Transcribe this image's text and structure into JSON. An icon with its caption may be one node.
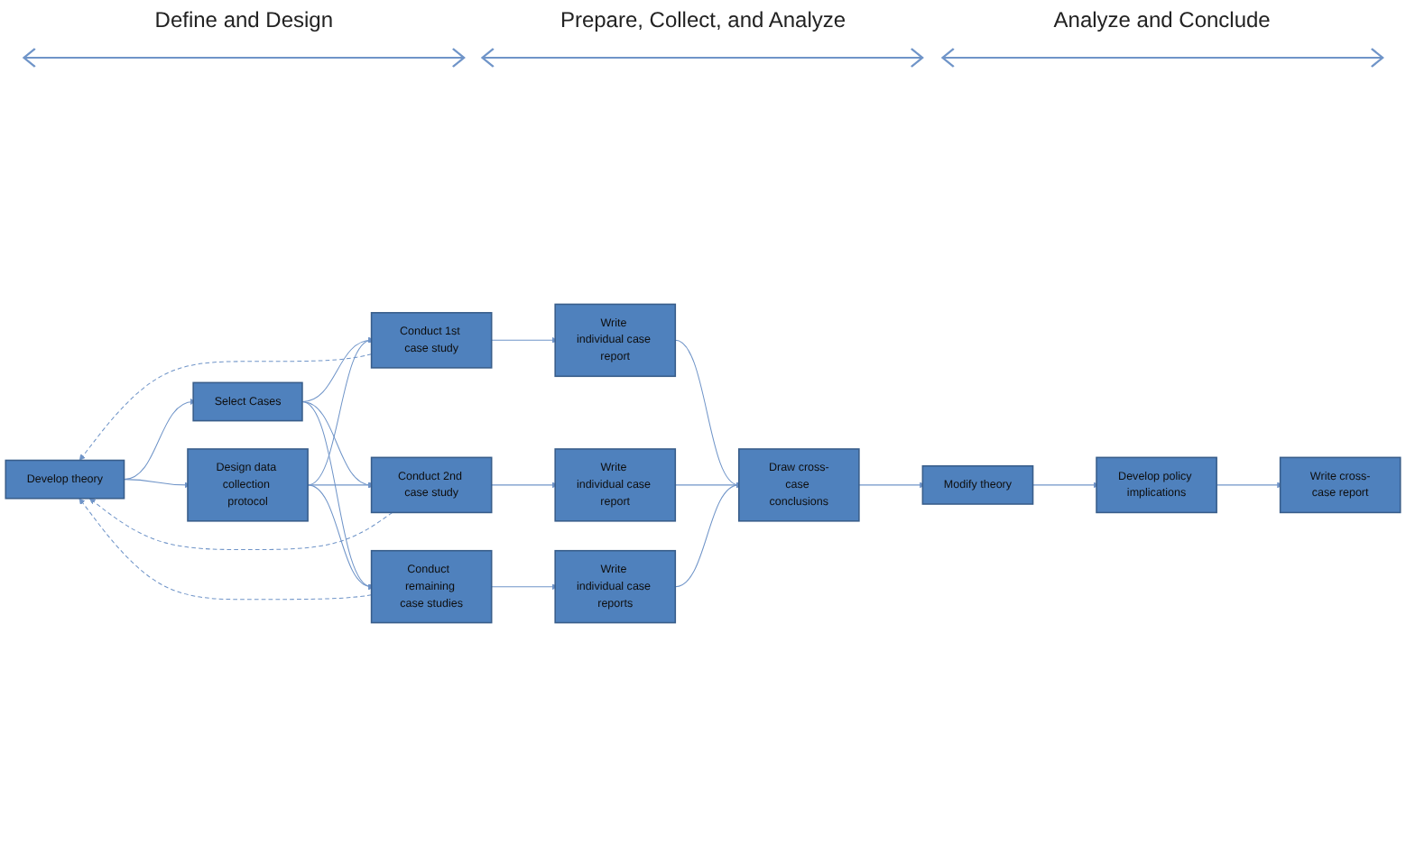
{
  "diagram": {
    "nodes": [
      {
        "text": [
          "Develop theory"
        ]
      },
      {
        "text": [
          "Select Cases"
        ]
      },
      {
        "text": [
          "Design data collection protocol"
        ]
      },
      {
        "text": [
          "Conduct 1st case study"
        ]
      },
      {
        "text": [
          "Conduct 2nd case study"
        ]
      },
      {
        "text": [
          "Conduct  remaining case studies"
        ]
      },
      {
        "text": [
          "Write individual case report"
        ]
      },
      {
        "text": [
          "Write individual case report"
        ]
      },
      {
        "text": [
          "Write individual case reports"
        ]
      },
      {
        "text": [
          "Draw cross-case conclusions"
        ]
      },
      {
        "text": [
          "Modify theory"
        ]
      },
      {
        "text": [
          "Develop policy implications"
        ]
      },
      {
        "text": [
          "Write cross-case report"
        ]
      }
    ],
    "edges": [
      {
        "from": 0,
        "to": 1,
        "arrow": "to"
      },
      {
        "from": 0,
        "to": 2,
        "arrow": "to"
      },
      {
        "from": 1,
        "to": 3,
        "arrow": "to"
      },
      {
        "from": 1,
        "to": 4,
        "arrow": "to"
      },
      {
        "from": 1,
        "to": 5,
        "arrow": "to"
      },
      {
        "from": 2,
        "to": 3,
        "arrow": "to"
      },
      {
        "from": 2,
        "to": 4,
        "arrow": "to"
      },
      {
        "from": 2,
        "to": 5,
        "arrow": "to"
      },
      {
        "from": 3,
        "to": 6,
        "arrow": "to"
      },
      {
        "from": 4,
        "to": 7,
        "arrow": "to"
      },
      {
        "from": 5,
        "to": 8,
        "arrow": "to"
      },
      {
        "from": 6,
        "to": 9,
        "arrow": "to"
      },
      {
        "from": 7,
        "to": 9,
        "arrow": "to"
      },
      {
        "from": 8,
        "to": 9,
        "arrow": "to"
      },
      {
        "from": 9,
        "to": 10,
        "arrow": "to"
      },
      {
        "from": 10,
        "to": 11,
        "arrow": "to"
      },
      {
        "from": 11,
        "to": 12,
        "arrow": "to"
      },
      {
        "from": 3,
        "to": 0,
        "arrow": "to",
        "style": "dashed"
      },
      {
        "from": 4,
        "to": 0,
        "arrow": "to",
        "style": "dashed"
      },
      {
        "from": 5,
        "to": 0,
        "arrow": "to",
        "style": "dashed"
      }
    ],
    "labels": [
      "Define and Design",
      "Prepare, Collect, and Analyze",
      "Analyze and Conclude"
    ]
  }
}
